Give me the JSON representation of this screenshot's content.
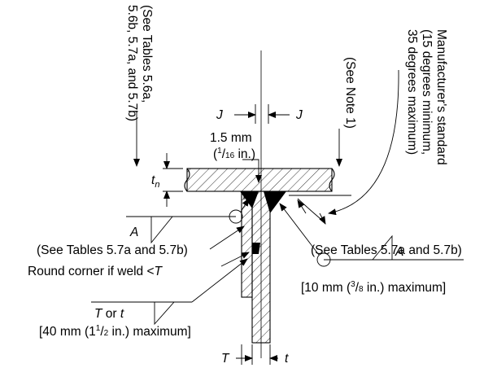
{
  "labels": {
    "see_tables_vertical": [
      "(See Tables 5.6a,",
      "5.6b, 5.7a, and 5.7b)"
    ],
    "manufacturer_vertical": [
      "Manufacturer's standard",
      "(15 degrees minimum,",
      "35 degrees maximum)"
    ],
    "see_note": "(See Note 1)",
    "j_left": "J",
    "j_right": "J",
    "gap_mm": "1.5 mm",
    "gap_in_open": "(",
    "gap_in_num": "1",
    "gap_in_den": "16",
    "gap_in_close": " in.)",
    "tn_main": "t",
    "tn_sub": "n",
    "weld_a_left": "A",
    "weld_a_right": "A",
    "see_tables_left": "(See Tables 5.7a and 5.7b)",
    "see_tables_right": "(See Tables 5.7a and 5.7b)",
    "round_corner": "Round corner if weld <",
    "round_corner_t": "T",
    "t_or_t_T": "T",
    "t_or_t_or": " or ",
    "t_or_t_t": "t",
    "max_10mm_a": "[10 mm (",
    "max_10mm_num": "3",
    "max_10mm_den": "8",
    "max_10mm_b": " in.) maximum]",
    "max_40mm_a": "[40 mm (1",
    "max_40mm_num": "1",
    "max_40mm_den": "2",
    "max_40mm_b": " in.) maximum]",
    "bottom_T": "T",
    "bottom_t": "t"
  }
}
